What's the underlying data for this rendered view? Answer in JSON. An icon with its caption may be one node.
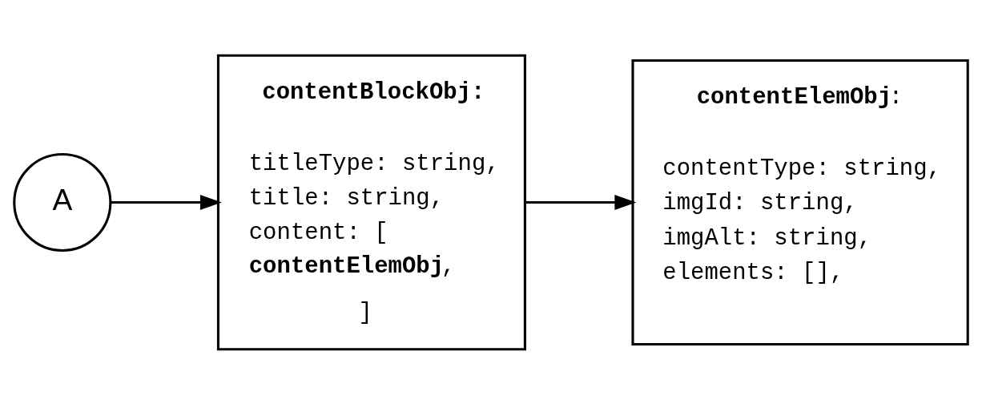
{
  "diagram": {
    "nodes": [
      {
        "text": [
          "A"
        ]
      },
      {
        "text": [
          "contentBlockObj:",
          "titleType: string, title: string, content: [ **contentElemObj**, ]"
        ]
      },
      {
        "text": [
          "**contentElemObj**:",
          "contentType: string, imgId: string, imgAlt: string, elements: [],"
        ]
      }
    ],
    "edges": [
      {
        "from": 0,
        "to": 1,
        "arrow": "to"
      },
      {
        "from": 1,
        "to": 2,
        "arrow": "to"
      }
    ]
  }
}
